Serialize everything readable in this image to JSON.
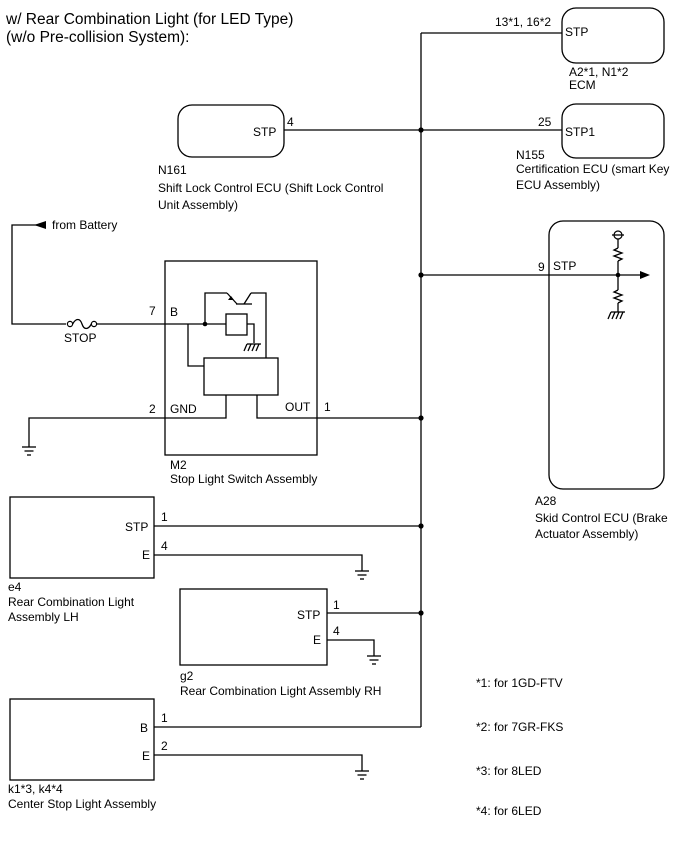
{
  "title": {
    "line1": "w/ Rear Combination Light (for LED Type)",
    "line2": "(w/o Pre-collision System):"
  },
  "ecm": {
    "pin": "13*1, 16*2",
    "terminal": "STP",
    "code": "A2*1, N1*2",
    "name": "ECM"
  },
  "certification_ecu": {
    "pin": "25",
    "terminal": "STP1",
    "code": "N155",
    "name_line1": "Certification ECU (smart Key",
    "name_line2": "ECU Assembly)"
  },
  "shift_lock_ecu": {
    "pin": "4",
    "terminal": "STP",
    "code": "N161",
    "name_line1": "Shift Lock Control ECU (Shift Lock Control",
    "name_line2": "Unit Assembly)"
  },
  "battery": {
    "label": "from Battery",
    "fuse": "STOP"
  },
  "stop_light_switch": {
    "pin_b": "7",
    "terminal_b": "B",
    "pin_gnd": "2",
    "terminal_gnd": "GND",
    "terminal_out": "OUT",
    "pin_out": "1",
    "code": "M2",
    "name": "Stop Light Switch Assembly"
  },
  "skid_control_ecu": {
    "pin": "9",
    "terminal": "STP",
    "code": "A28",
    "name_line1": "Skid Control ECU (Brake",
    "name_line2": "Actuator Assembly)"
  },
  "rear_light_lh": {
    "terminal_stp": "STP",
    "pin_stp": "1",
    "terminal_e": "E",
    "pin_e": "4",
    "code": "e4",
    "name_line1": "Rear Combination Light",
    "name_line2": "Assembly LH"
  },
  "rear_light_rh": {
    "terminal_stp": "STP",
    "pin_stp": "1",
    "terminal_e": "E",
    "pin_e": "4",
    "code": "g2",
    "name": "Rear Combination Light Assembly RH"
  },
  "center_stop_light": {
    "terminal_b": "B",
    "pin_b": "1",
    "terminal_e": "E",
    "pin_e": "2",
    "code": "k1*3, k4*4",
    "name": "Center Stop Light Assembly"
  },
  "notes": [
    "*1: for 1GD-FTV",
    "*2: for 7GR-FKS",
    "*3: for 8LED",
    "*4: for 6LED"
  ]
}
